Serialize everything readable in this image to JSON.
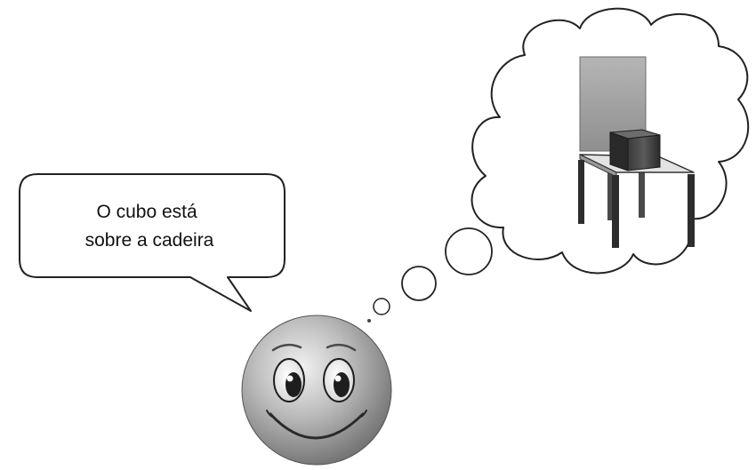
{
  "speech_bubble": {
    "lines": [
      "O cubo está",
      "sobre a cadeira"
    ]
  },
  "thought_bubble": {
    "depicts": [
      "cube",
      "chair"
    ]
  },
  "character": {
    "icon": "smiley-face-icon",
    "expression": "smiling"
  },
  "colors": {
    "outline": "#222222",
    "background": "#ffffff"
  }
}
